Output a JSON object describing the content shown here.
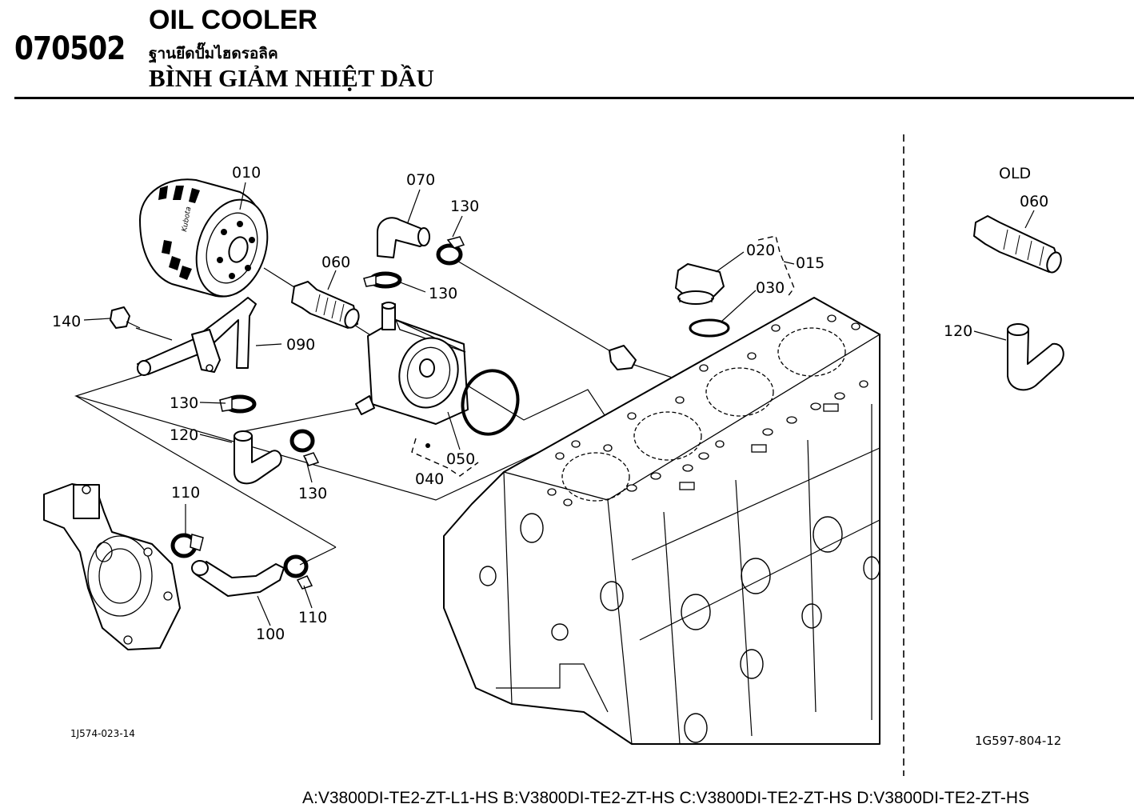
{
  "header": {
    "code": "070502",
    "title_en": "OIL COOLER",
    "title_th": "ฐานยึดปั๊มไฮดรอลิค",
    "title_vi": "BÌNH GIẢM NHIỆT DẦU"
  },
  "callouts": {
    "p010": "010",
    "p015": "015",
    "p020": "020",
    "p030": "030",
    "p040": "040",
    "p050": "050",
    "p060": "060",
    "p070": "070",
    "p090": "090",
    "p100": "100",
    "p110a": "110",
    "p110b": "110",
    "p120": "120",
    "p130a": "130",
    "p130b": "130",
    "p130c": "130",
    "p130d": "130",
    "p140": "140"
  },
  "old_panel": {
    "label": "OLD",
    "p060": "060",
    "p120": "120"
  },
  "illustration_ids": {
    "left": "1J574-023-14",
    "right": "1G597-804-12"
  },
  "filter_brand": "Kubota",
  "footer": "A:V3800DI-TE2-ZT-L1-HS B:V3800DI-TE2-ZT-HS C:V3800DI-TE2-ZT-HS D:V3800DI-TE2-ZT-HS"
}
